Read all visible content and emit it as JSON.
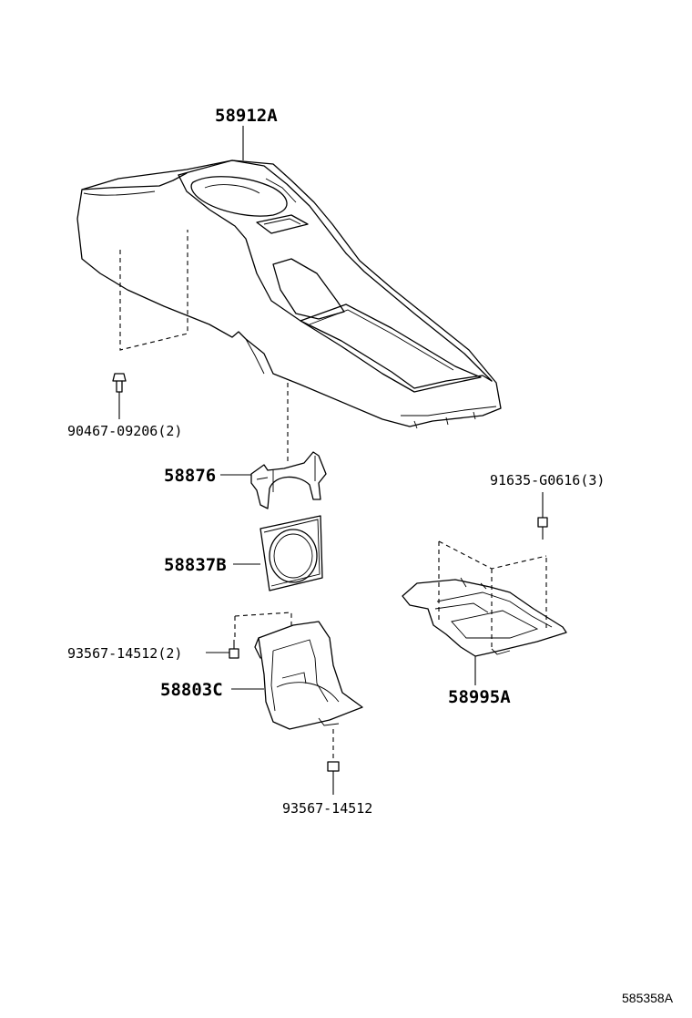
{
  "diagram_id": "585358A",
  "labels": {
    "console_box": "58912A",
    "clip_console": "90467-09206(2)",
    "bracket_58876": "58876",
    "panel_58837b": "58837B",
    "screw_side": "93567-14512(2)",
    "box_58803c": "58803C",
    "screw_bottom": "93567-14512",
    "clip_91635": "91635-G0616(3)",
    "plate_58995a": "58995A"
  }
}
